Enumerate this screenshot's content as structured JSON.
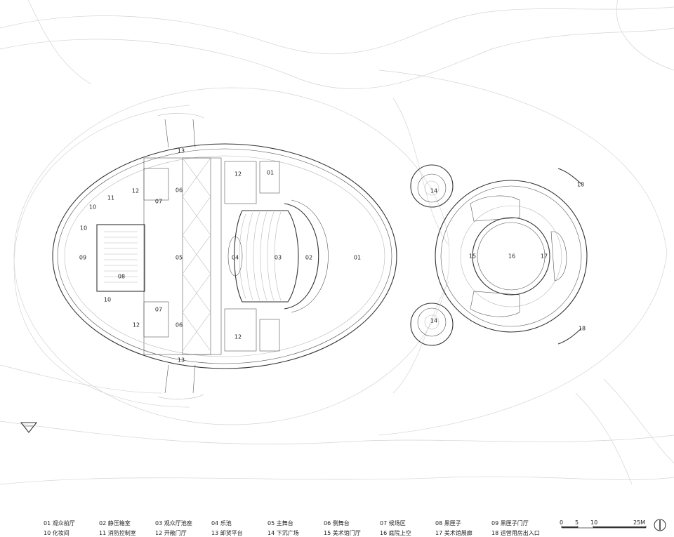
{
  "plan_labels": {
    "l01_a": "01",
    "l01_b": "01",
    "l02": "02",
    "l03": "03",
    "l04": "04",
    "l05": "05",
    "l06_top": "06",
    "l06_bot": "06",
    "l07_top": "07",
    "l07_bot": "07",
    "l08": "08",
    "l09": "09",
    "l10_a": "10",
    "l10_b": "10",
    "l10_c": "10",
    "l11": "11",
    "l12_a": "12",
    "l12_b": "12",
    "l12_c": "12",
    "l12_d": "12",
    "l13_top": "13",
    "l13_bot": "13",
    "l14_top": "14",
    "l14_bot": "14",
    "l15": "15",
    "l16": "16",
    "l17": "17",
    "l18_top": "18",
    "l18_bot": "18"
  },
  "legend": [
    {
      "num": "01",
      "name": "观众前厅"
    },
    {
      "num": "02",
      "name": "静压箱室"
    },
    {
      "num": "03",
      "name": "观众厅池座"
    },
    {
      "num": "04",
      "name": "乐池"
    },
    {
      "num": "05",
      "name": "主舞台"
    },
    {
      "num": "06",
      "name": "侧舞台"
    },
    {
      "num": "07",
      "name": "候场区"
    },
    {
      "num": "08",
      "name": "黑匣子"
    },
    {
      "num": "09",
      "name": "黑匣子门厅"
    },
    {
      "num": "10",
      "name": "化妆间"
    },
    {
      "num": "11",
      "name": "消防控制室"
    },
    {
      "num": "12",
      "name": "开敞门厅"
    },
    {
      "num": "13",
      "name": "卸货平台"
    },
    {
      "num": "14",
      "name": "下沉广场"
    },
    {
      "num": "15",
      "name": "美术馆门厅"
    },
    {
      "num": "16",
      "name": "庭院上空"
    },
    {
      "num": "17",
      "name": "美术馆展廊"
    },
    {
      "num": "18",
      "name": "运营用房出入口"
    }
  ],
  "scale_bar": {
    "t0": "0",
    "t5": "5",
    "t10": "10",
    "t25": "25M"
  }
}
